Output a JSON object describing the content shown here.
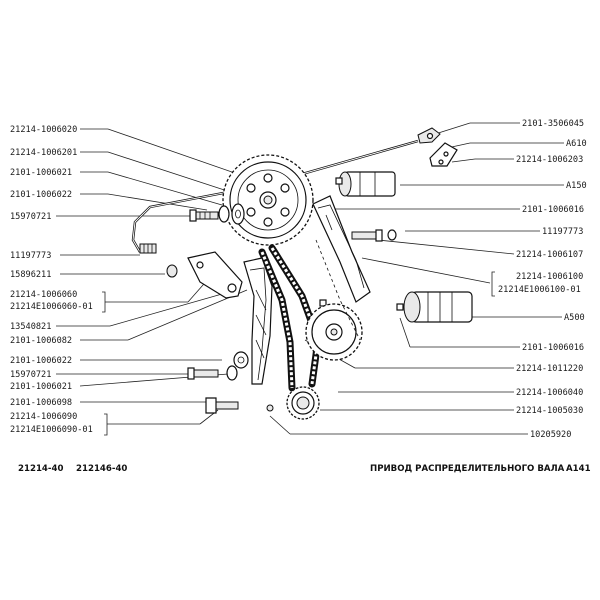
{
  "labels_left": [
    "21214-1006020",
    "21214-1006201",
    "2101-1006021",
    "2101-1006022",
    "15970721",
    "11197773",
    "15896211",
    "21214-1006060",
    "21214E1006060-01",
    "13540821",
    "2101-1006082",
    "2101-1006022",
    "15970721",
    "2101-1006021",
    "2101-1006098",
    "21214-1006090",
    "21214E1006090-01"
  ],
  "labels_right": [
    "2101-3506045",
    "A610",
    "21214-1006203",
    "A150",
    "2101-1006016",
    "11197773",
    "21214-1006107",
    "21214-1006100",
    "21214E1006100-01",
    "A500",
    "2101-1006016",
    "21214-1011220",
    "21214-1006040",
    "21214-1005030",
    "10205920"
  ],
  "footer": {
    "code_left": "21214-40",
    "code_mid": "212146-40",
    "title": "ПРИВОД РАСПРЕДЕЛИТЕЛЬНОГО ВАЛА",
    "sheet": "A141"
  },
  "colors": {
    "ink": "#111111",
    "background": "#ffffff"
  }
}
